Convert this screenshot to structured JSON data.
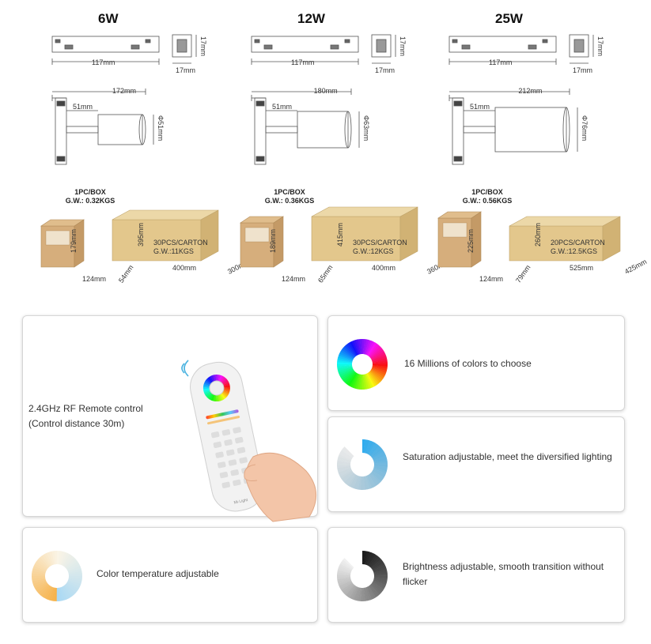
{
  "products": [
    {
      "watt": "6W",
      "track_width": "117mm",
      "profile_height": "17mm",
      "profile_width": "17mm",
      "total_length": "172mm",
      "arm_length": "51mm",
      "diameter": "Φ51mm",
      "box_qty": "1PC/BOX",
      "box_weight": "G.W.: 0.32KGS",
      "box_height": "179mm",
      "box_width": "124mm",
      "box_depth": "54mm",
      "carton_qty": "30PCS/CARTON",
      "carton_weight": "G.W.:11KGS",
      "carton_height": "395mm",
      "carton_width": "400mm",
      "carton_depth": "300mm"
    },
    {
      "watt": "12W",
      "track_width": "117mm",
      "profile_height": "17mm",
      "profile_width": "17mm",
      "total_length": "180mm",
      "arm_length": "51mm",
      "diameter": "Φ63mm",
      "box_qty": "1PC/BOX",
      "box_weight": "G.W.: 0.36KGS",
      "box_height": "189mm",
      "box_width": "124mm",
      "box_depth": "65mm",
      "carton_qty": "30PCS/CARTON",
      "carton_weight": "G.W.:12KGS",
      "carton_height": "415mm",
      "carton_width": "400mm",
      "carton_depth": "360mm"
    },
    {
      "watt": "25W",
      "track_width": "117mm",
      "profile_height": "17mm",
      "profile_width": "17mm",
      "total_length": "212mm",
      "arm_length": "51mm",
      "diameter": "Φ76mm",
      "box_qty": "1PC/BOX",
      "box_weight": "G.W.: 0.56KGS",
      "box_height": "225mm",
      "box_width": "124mm",
      "box_depth": "79mm",
      "carton_qty": "20PCS/CARTON",
      "carton_weight": "G.W.:12.5KGS",
      "carton_height": "260mm",
      "carton_width": "525mm",
      "carton_depth": "425mm"
    }
  ],
  "features": {
    "remote": "2.4GHz RF Remote control (Control distance 30m)",
    "remote_brand": "Mi·Light",
    "rgb": "16 Millions of colors to choose",
    "saturation": "Saturation adjustable, meet the diversified lighting",
    "cct": "Color temperature adjustable",
    "brightness": "Brightness adjustable, smooth transition without flicker"
  },
  "colors": {
    "carton": "#e3c78c",
    "box": "#d6ae7c",
    "saturation_blue": "#3aa8e8",
    "cct_warm": "#f6b24a",
    "cct_cool": "#a8d8f4",
    "brightness_dark": "#1a1a1a"
  }
}
